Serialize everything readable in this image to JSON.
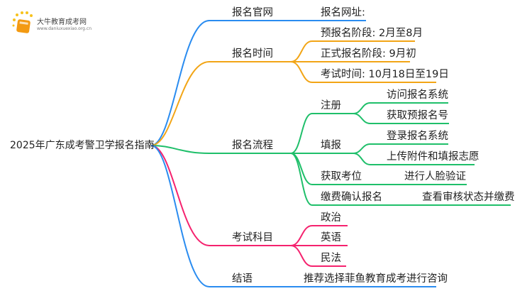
{
  "logo": {
    "name": "大牛教育成考网",
    "url": "www.daniuxuexiao.org.cn"
  },
  "root": "2025年广东成考警卫学报名指南",
  "colors": {
    "blue": "#2a8cf0",
    "orange": "#f2a516",
    "green": "#1fbf6a",
    "pink": "#f5226e"
  },
  "branches": {
    "website": {
      "label": "报名官网",
      "children": [
        "报名网址:"
      ]
    },
    "time": {
      "label": "报名时间",
      "children": [
        "预报名阶段: 2月至8月",
        "正式报名阶段: 9月初",
        "考试时间: 10月18日至19日"
      ]
    },
    "process": {
      "label": "报名流程",
      "steps": [
        {
          "label": "注册",
          "children": [
            "访问报名系统",
            "获取预报名号"
          ]
        },
        {
          "label": "填报",
          "children": [
            "登录报名系统",
            "上传附件和填报志愿"
          ]
        },
        {
          "label": "获取考位",
          "children": [
            "进行人脸验证"
          ]
        },
        {
          "label": "缴费确认报名",
          "children": [
            "查看审核状态并缴费"
          ]
        }
      ]
    },
    "subjects": {
      "label": "考试科目",
      "children": [
        "政治",
        "英语",
        "民法"
      ]
    },
    "conclusion": {
      "label": "结语",
      "children": [
        "推荐选择菲鱼教育成考进行咨询"
      ]
    }
  }
}
